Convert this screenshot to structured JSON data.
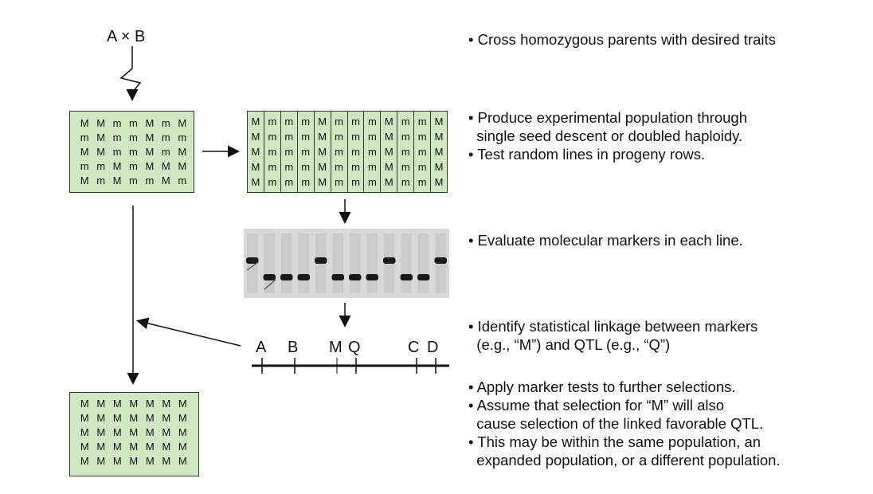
{
  "cross": {
    "text": "A × B"
  },
  "f1_grid": {
    "rows": [
      [
        "M",
        "M",
        "m",
        "m",
        "M",
        "m",
        "M"
      ],
      [
        "m",
        "M",
        "m",
        "m",
        "M",
        "m",
        "m"
      ],
      [
        "M",
        "M",
        "m",
        "m",
        "M",
        "m",
        "M"
      ],
      [
        "m",
        "m",
        "M",
        "m",
        "M",
        "M",
        "M"
      ],
      [
        "M",
        "m",
        "M",
        "m",
        "m",
        "M",
        "m"
      ]
    ]
  },
  "population_grid": {
    "columns": [
      "M",
      "m",
      "m",
      "m",
      "M",
      "m",
      "m",
      "m",
      "M",
      "m",
      "m",
      "M"
    ]
  },
  "selected_grid": {
    "rows": [
      [
        "M",
        "M",
        "M",
        "M",
        "M",
        "M",
        "M"
      ],
      [
        "M",
        "M",
        "M",
        "M",
        "M",
        "M",
        "M"
      ],
      [
        "M",
        "M",
        "M",
        "M",
        "M",
        "M",
        "M"
      ],
      [
        "M",
        "M",
        "M",
        "M",
        "M",
        "M",
        "M"
      ],
      [
        "M",
        "M",
        "M",
        "M",
        "M",
        "M",
        "M"
      ]
    ]
  },
  "gel": {
    "lanes": [
      "high",
      "low",
      "low",
      "low",
      "high",
      "low",
      "low",
      "low",
      "high",
      "low",
      "low",
      "high"
    ]
  },
  "chromosome": {
    "markers": [
      "A",
      "B",
      "M",
      "Q",
      "C",
      "D"
    ]
  },
  "notes": {
    "n1": [
      "• Cross homozygous parents with desired traits"
    ],
    "n2": [
      "• Produce experimental population through",
      "  single seed descent or doubled haploidy.",
      "• Test random lines in progeny rows."
    ],
    "n3": [
      "• Evaluate molecular markers in each line."
    ],
    "n4": [
      "• Identify statistical linkage between markers",
      "  (e.g., “M”) and QTL (e.g., “Q”)"
    ],
    "n5": [
      "• Apply marker tests to further selections.",
      "• Assume that selection for “M” will also",
      "  cause selection of the linked favorable QTL.",
      "• This may be within the same population, an",
      "  expanded population, or a different population."
    ]
  }
}
